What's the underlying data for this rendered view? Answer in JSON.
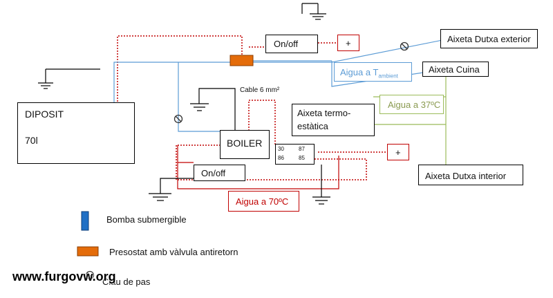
{
  "components": {
    "tank_label": "DIPOSIT",
    "tank_volume": "70l",
    "boiler": "BOILER",
    "switch_top": "On/off",
    "switch_bottom": "On/off",
    "plus_top": "+",
    "plus_right": "+",
    "outdoor_shower": "Aixeta Dutxa exterior",
    "kitchen_tap": "Aixeta Cuina",
    "thermostatic_tap_line1": "Aixeta termo-",
    "thermostatic_tap_line2": "estàtica",
    "indoor_shower": "Aixeta Dutxa interior"
  },
  "annotations": {
    "ambient_water": "Aigua a T",
    "ambient_sub": "ambient",
    "water_37": "Aigua a 37ºC",
    "water_70": "Aigua a 70ºC",
    "cable": "Cable 6 mm²"
  },
  "relay": {
    "p30": "30",
    "p87": "87",
    "p86": "86",
    "p85": "85"
  },
  "legend": [
    {
      "color": "#1f6fc5",
      "text": "Bomba submergible"
    },
    {
      "color": "#e46c0a",
      "text": "Presostat amb vàlvula antiretorn"
    },
    {
      "color": "",
      "text": "Clau de pas"
    }
  ],
  "watermark": "www.furgovw.org",
  "colors": {
    "cold": "#5b9bd5",
    "hot": "#c00000",
    "mixed": "#9bbb59",
    "wire": "#000000"
  }
}
